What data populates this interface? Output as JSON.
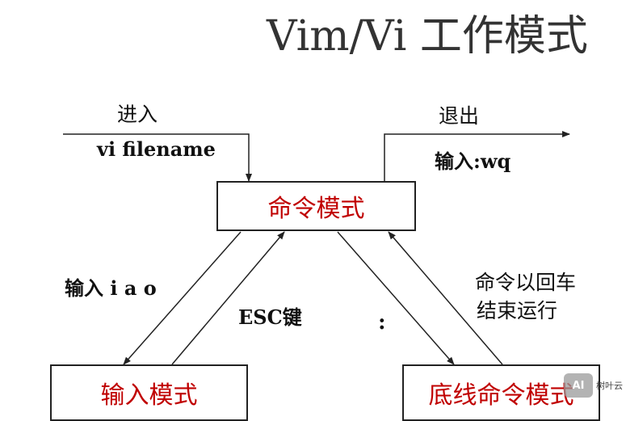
{
  "title": "Vim/Vi 工作模式",
  "boxes": {
    "command_mode": "命令模式",
    "insert_mode": "输入模式",
    "last_line_mode": "底线命令模式"
  },
  "labels": {
    "enter": "进入",
    "enter_command": "vi filename",
    "exit": "退出",
    "exit_command": "输入:wq",
    "to_insert": "输入 i a o",
    "esc_key": "ESC键",
    "colon": ":",
    "enter_finish_line1": "命令以回车",
    "enter_finish_line2": "结束运行"
  },
  "watermark": {
    "logo_text": "AI",
    "text": "树叶云"
  },
  "colors": {
    "box_text": "#c00000",
    "line": "#222222"
  }
}
